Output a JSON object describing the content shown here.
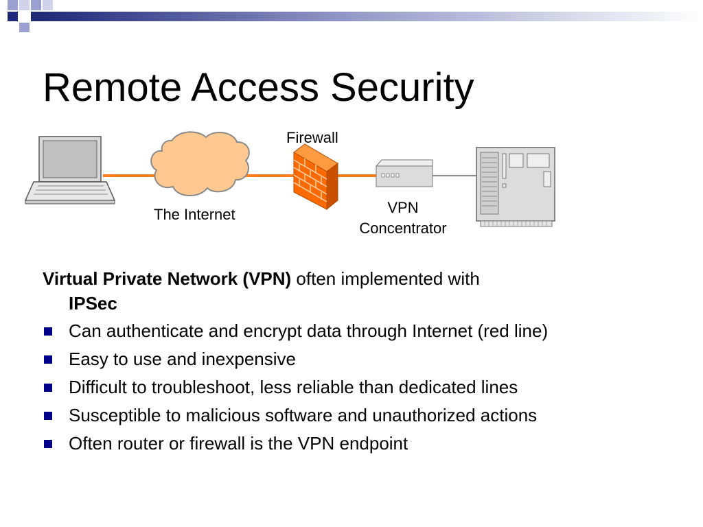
{
  "slide": {
    "title": "Remote Access Security"
  },
  "diagram": {
    "firewall_label": "Firewall",
    "internet_label": "The Internet",
    "vpn_label_line1": "VPN",
    "vpn_label_line2": "Concentrator"
  },
  "content": {
    "intro_bold": "Virtual Private Network (VPN)",
    "intro_rest": " often implemented with",
    "intro_bold2": "IPSec",
    "bullets": [
      "Can authenticate and encrypt data through Internet (red line)",
      "Easy to use and inexpensive",
      "Difficult to troubleshoot, less reliable than dedicated lines",
      "Susceptible to malicious software and unauthorized actions",
      "Often router or firewall is the VPN endpoint"
    ]
  },
  "colors": {
    "accent_blue": "#00008b",
    "link_orange": "#ff7f1a",
    "firewall_orange": "#ff6a00"
  }
}
